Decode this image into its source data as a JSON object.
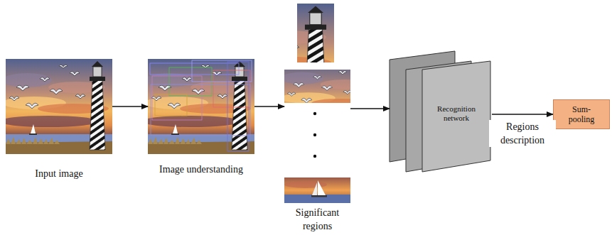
{
  "diagram": {
    "nodes": [
      {
        "text": [
          "Input image"
        ]
      },
      {
        "text": [
          "Image understanding"
        ]
      },
      {
        "text": [
          "Significant regions"
        ]
      },
      {
        "text": [
          "Recognition network"
        ]
      },
      {
        "text": [
          "Sum-pooling"
        ]
      }
    ],
    "edges": [
      {
        "from": 0,
        "to": 1,
        "arrow": "to"
      },
      {
        "from": 1,
        "to": 2,
        "arrow": "to"
      },
      {
        "from": 2,
        "to": 3,
        "arrow": "to"
      },
      {
        "from": 3,
        "to": 4,
        "arrow": "to",
        "label": "Regions description"
      }
    ]
  }
}
